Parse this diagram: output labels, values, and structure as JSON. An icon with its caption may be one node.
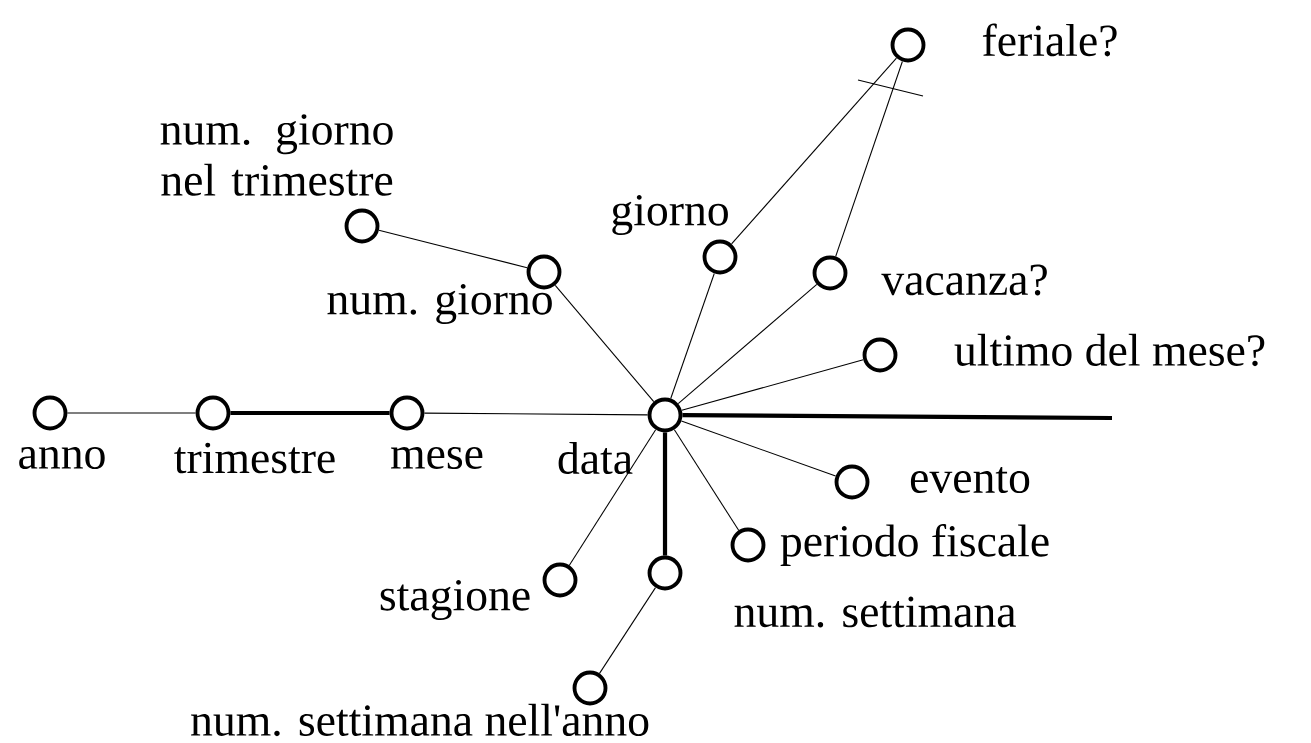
{
  "diagram": {
    "nodes": [
      {
        "text": [],
        "shape": "circle",
        "beside": [
          "data"
        ]
      },
      {
        "text": [],
        "shape": "circle",
        "beside": [
          "anno"
        ]
      },
      {
        "text": [],
        "shape": "circle",
        "beside": [
          "trimestre"
        ]
      },
      {
        "text": [],
        "shape": "circle",
        "beside": [
          "mese"
        ]
      },
      {
        "text": [],
        "shape": "circle",
        "beside": [
          "num. giorno"
        ]
      },
      {
        "text": [],
        "shape": "circle",
        "beside": [
          "num. giorno nel trimestre"
        ]
      },
      {
        "text": [],
        "shape": "circle",
        "beside": [
          "giorno"
        ]
      },
      {
        "text": [],
        "shape": "circle",
        "beside": [
          "feriale?"
        ]
      },
      {
        "text": [],
        "shape": "circle",
        "beside": [
          "vacanza?"
        ]
      },
      {
        "text": [],
        "shape": "circle",
        "beside": [
          "ultimo del mese?"
        ]
      },
      {
        "text": [],
        "shape": "circle",
        "beside": [
          "evento"
        ]
      },
      {
        "text": [],
        "shape": "circle",
        "beside": [
          "periodo fiscale"
        ]
      },
      {
        "text": [],
        "shape": "circle",
        "beside": [
          "num. settimana"
        ]
      },
      {
        "text": [],
        "shape": "circle",
        "beside": [
          "stagione"
        ]
      },
      {
        "text": [],
        "shape": "circle",
        "beside": [
          "num. settimana nell'anno"
        ]
      }
    ],
    "edges": [
      {
        "from": 3,
        "to": 2,
        "arrow": "none",
        "style": "thick"
      },
      {
        "from": 2,
        "to": 1,
        "arrow": "none"
      },
      {
        "from": 0,
        "to": 3,
        "arrow": "none"
      },
      {
        "from": 0,
        "to": 4,
        "arrow": "none"
      },
      {
        "from": 4,
        "to": 5,
        "arrow": "none"
      },
      {
        "from": 0,
        "to": 6,
        "arrow": "none"
      },
      {
        "from": 6,
        "to": 7,
        "arrow": "none"
      },
      {
        "from": 0,
        "to": 8,
        "arrow": "none"
      },
      {
        "from": 8,
        "to": 7,
        "arrow": "none"
      },
      {
        "from": 0,
        "to": 9,
        "arrow": "none"
      },
      {
        "from": 0,
        "to": null,
        "arrow": "none",
        "style": "thick"
      },
      {
        "from": 0,
        "to": 10,
        "arrow": "none"
      },
      {
        "from": 0,
        "to": 11,
        "arrow": "none"
      },
      {
        "from": 0,
        "to": 12,
        "arrow": "none",
        "style": "thick"
      },
      {
        "from": 12,
        "to": 14,
        "arrow": "none"
      },
      {
        "from": 0,
        "to": 13,
        "arrow": "none"
      }
    ]
  }
}
